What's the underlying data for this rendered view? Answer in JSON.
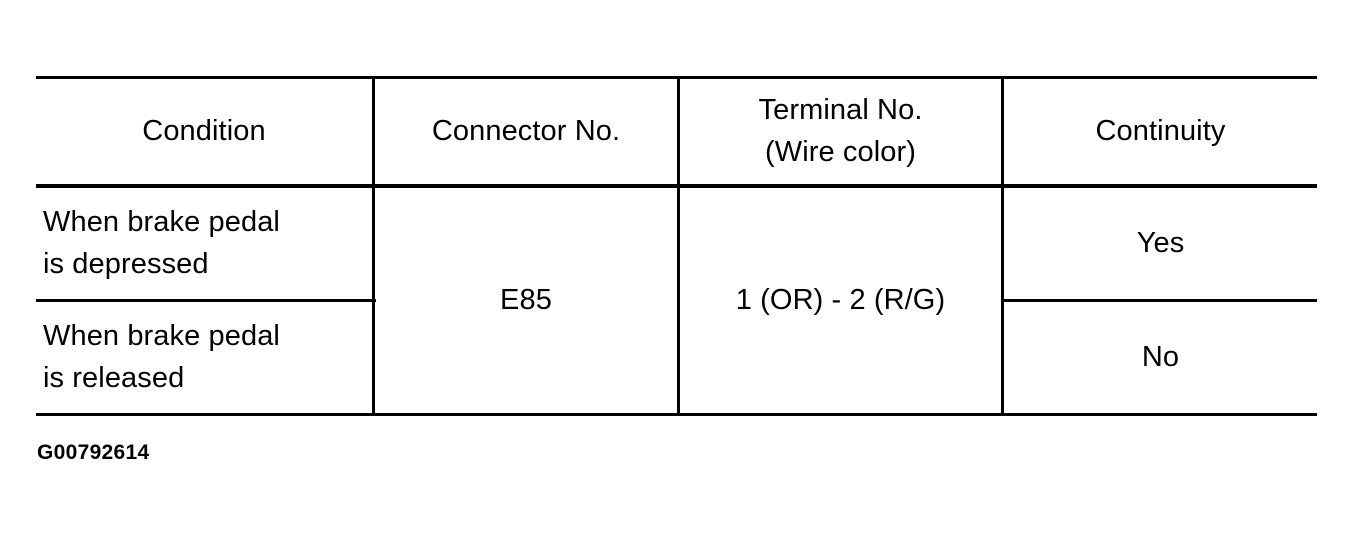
{
  "document": {
    "caption": "G00792614"
  },
  "table": {
    "headers": [
      {
        "id": "condition",
        "label": "Condition"
      },
      {
        "id": "connector",
        "label": "Connector No."
      },
      {
        "id": "terminal",
        "label": "Terminal No.\n(Wire color)"
      },
      {
        "id": "continuity",
        "label": "Continuity"
      }
    ],
    "rows": [
      {
        "condition": "When brake pedal\nis depressed",
        "connector": "E85",
        "terminal": "1 (OR) - 2 (R/G)",
        "continuity": "Yes"
      },
      {
        "condition": "When brake pedal\nis released",
        "connector": "E85",
        "terminal": "1 (OR) - 2 (R/G)",
        "continuity": "No"
      }
    ],
    "merged_cells": {
      "connector_value": "E85",
      "terminal_value": "1 (OR) - 2 (R/G)"
    }
  },
  "colors": {
    "ink": "#000000",
    "paper": "#ffffff"
  }
}
